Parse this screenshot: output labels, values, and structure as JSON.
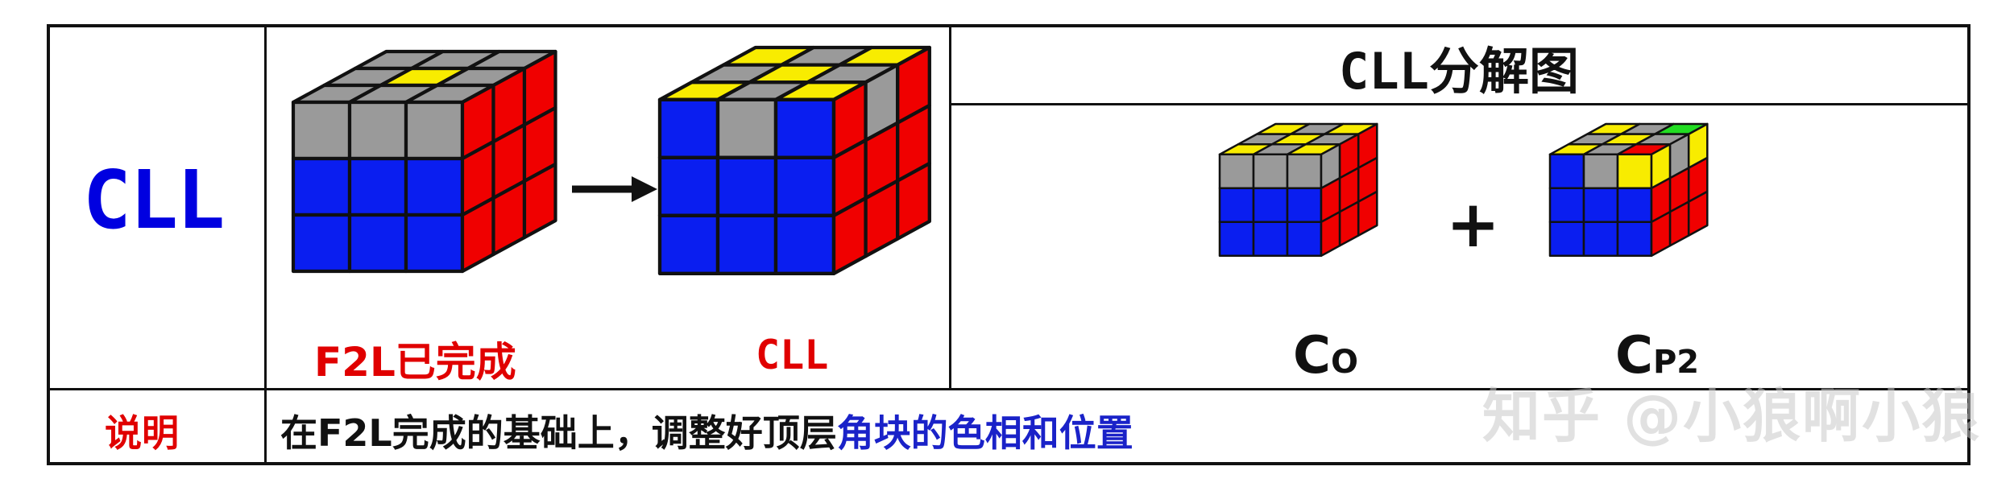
{
  "row_title": "CLL",
  "header": "CLL分解图",
  "stages": {
    "before_label": "F2L已完成",
    "after_label": "CLL"
  },
  "decomposition": {
    "left_label": "C",
    "left_sub": "O",
    "plus": "+",
    "right_label": "C",
    "right_sub": "P2"
  },
  "note": {
    "label": "说明",
    "text_black": "在F2L完成的基础上，调整好顶层",
    "text_blue": "角块的色相和位置"
  },
  "watermark": "知乎 @小狼啊小狼",
  "colors": {
    "blue": "#0a1ef0",
    "red": "#f00000",
    "yellow": "#f8ec00",
    "gray": "#9a9a9a",
    "green": "#22dd22",
    "accent_red_text": "#e00000",
    "accent_blue_text": "#0000e0"
  }
}
